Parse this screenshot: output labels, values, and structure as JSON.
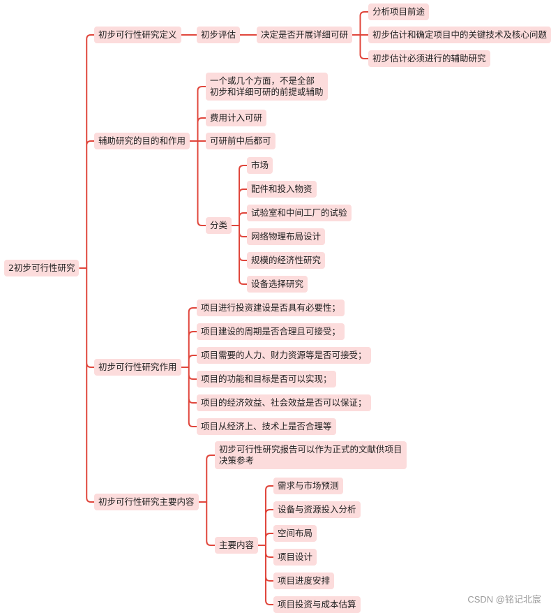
{
  "mindmap": {
    "root": "2初步可行性研究",
    "branches": [
      {
        "label": "初步可行性研究定义",
        "children": [
          {
            "label": "初步评估",
            "children": [
              {
                "label": "决定是否开展详细可研",
                "children": [
                  {
                    "label": "分析项目前途"
                  },
                  {
                    "label": "初步估计和确定项目中的关键技术及核心问题"
                  },
                  {
                    "label": "初步估计必须进行的辅助研究"
                  }
                ]
              }
            ]
          }
        ]
      },
      {
        "label": "辅助研究的目的和作用",
        "children": [
          {
            "label": "一个或几个方面，不是全部\n初步和详细可研的前提或辅助"
          },
          {
            "label": "费用计入可研"
          },
          {
            "label": "可研前中后都可"
          },
          {
            "label": "分类",
            "children": [
              {
                "label": "市场"
              },
              {
                "label": "配件和投入物资"
              },
              {
                "label": "试验室和中间工厂的试验"
              },
              {
                "label": "网络物理布局设计"
              },
              {
                "label": "规模的经济性研究"
              },
              {
                "label": "设备选择研究"
              }
            ]
          }
        ]
      },
      {
        "label": "初步可行性研究作用",
        "children": [
          {
            "label": "项目进行投资建设是否具有必要性；"
          },
          {
            "label": "项目建设的周期是否合理且可接受；"
          },
          {
            "label": "项目需要的人力、财力资源等是否可接受；"
          },
          {
            "label": "项目的功能和目标是否可以实现；"
          },
          {
            "label": "项目的经济效益、社会效益是否可以保证；"
          },
          {
            "label": "项目从经济上、技术上是否合理等"
          }
        ]
      },
      {
        "label": "初步可行性研究主要内容",
        "children": [
          {
            "label": "初步可行性研究报告可以作为正式的文献供项目\n决策参考"
          },
          {
            "label": "主要内容",
            "children": [
              {
                "label": "需求与市场预测"
              },
              {
                "label": "设备与资源投入分析"
              },
              {
                "label": "空间布局"
              },
              {
                "label": "项目设计"
              },
              {
                "label": "项目进度安排"
              },
              {
                "label": "项目投资与成本估算"
              }
            ]
          }
        ]
      }
    ]
  },
  "watermark": "CSDN @铭记北宸",
  "colors": {
    "line": "#e0463c",
    "node_bg": "#fcdcdc",
    "text": "#222222"
  }
}
